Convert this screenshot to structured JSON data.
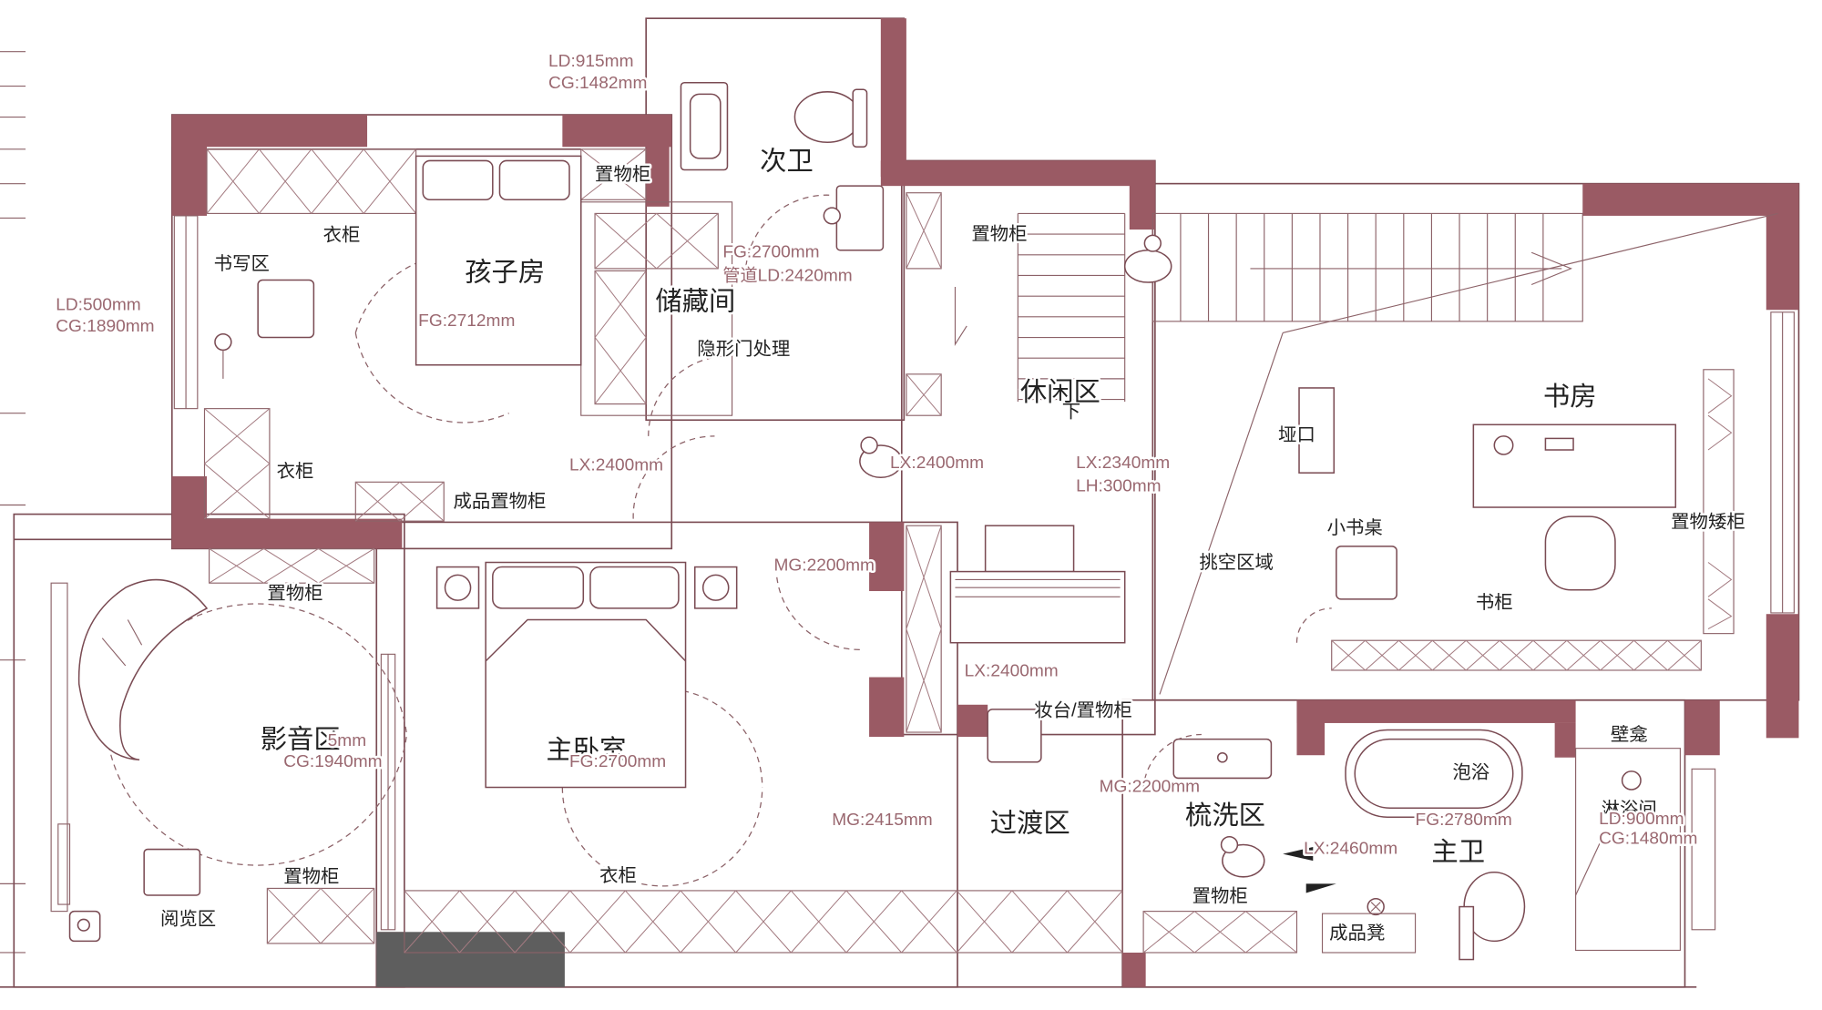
{
  "rooms": {
    "ciwei": "次卫",
    "haizi": "孩子房",
    "chucang": "储藏间",
    "xiuxian": "休闲区",
    "shufang": "书房",
    "yingyin": "影音区",
    "zhuwo": "主卧室",
    "guodu": "过渡区",
    "shuxi": "梳洗区",
    "zhuwei": "主卫",
    "linyu": "淋浴间"
  },
  "labels": {
    "zhiwugui_kids": "置物柜",
    "zhiwugui_stair": "置物柜",
    "yigui_top": "衣柜",
    "shuxiequ": "书写区",
    "yigui_left": "衣柜",
    "chengpin_zhiwugui": "成品置物柜",
    "yinxingmen": "隐形门处理",
    "yakou": "垭口",
    "xiaoshuzhuo": "小书桌",
    "tiaokong": "挑空区域",
    "shugui": "书柜",
    "zhiwu_aigui": "置物矮柜",
    "zhiwugui_ying": "置物柜",
    "zhiwugui_read": "置物柜",
    "yuelanqu": "阅览区",
    "yigui_master": "衣柜",
    "zhuangtai": "妆台/置物柜",
    "paoyu": "泡浴",
    "bikan": "壁龛",
    "zhiwugui_wash": "置物柜",
    "chengpindeng": "成品凳",
    "xia": "下"
  },
  "dims": {
    "d_ld915": "LD:915mm",
    "d_cg1482": "CG:1482mm",
    "d_ld500": "LD:500mm",
    "d_cg1890": "CG:1890mm",
    "d_fg2712": "FG:2712mm",
    "d_fg2700_ciwei": "FG:2700mm",
    "d_gd2420": "管道LD:2420mm",
    "d_lx2400_a": "LX:2400mm",
    "d_lx2400_b": "LX:2400mm",
    "d_lx2340": "LX:2340mm",
    "d_lh300": "LH:300mm",
    "d_mg2200_a": "MG:2200mm",
    "d_lx2400_c": "LX:2400mm",
    "d_ld5mm": "5mm",
    "d_cg1940": "CG:1940mm",
    "d_fg2700_zhuwo": "FG:2700mm",
    "d_mg2415": "MG:2415mm",
    "d_mg2200_b": "MG:2200mm",
    "d_fg2780": "FG:2780mm",
    "d_lx2460": "LX:2460mm",
    "d_ld900": "LD:900mm",
    "d_cg1480": "CG:1480mm"
  },
  "colors": {
    "wall": "#9a5a64",
    "wall_dark": "#5e5e5e",
    "line": "#7a4b53",
    "dimension_text": "#9a6870"
  },
  "icons": [
    "toilet-icon",
    "sink-icon",
    "bathtub-icon",
    "bed-icon",
    "sofa-icon",
    "armchair-icon",
    "floor-lamp-icon",
    "walking-person-icon",
    "stair-arrow-icon"
  ]
}
